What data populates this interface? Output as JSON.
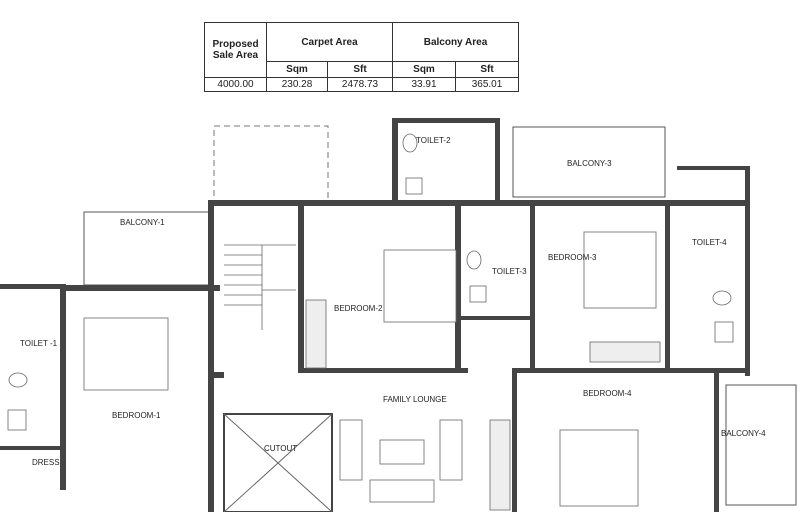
{
  "area_table": {
    "proposed_sale_area_label": "Proposed Sale Area",
    "carpet_area_label": "Carpet Area",
    "balcony_area_label": "Balcony Area",
    "units": {
      "sqm": "Sqm",
      "sft": "Sft"
    },
    "values": {
      "proposed_sale_area": "4000.00",
      "carpet_sqm": "230.28",
      "carpet_sft": "2478.73",
      "balcony_sqm": "33.91",
      "balcony_sft": "365.01"
    }
  },
  "rooms": {
    "toilet_2": "TOILET-2",
    "balcony_3": "BALCONY-3",
    "balcony_1": "BALCONY-1",
    "bedroom_2": "BEDROOM-2",
    "toilet_3": "TOILET-3",
    "bedroom_3": "BEDROOM-3",
    "toilet_4": "TOILET-4",
    "toilet_1": "TOILET -1",
    "bedroom_1": "BEDROOM-1",
    "family_lounge": "FAMILY LOUNGE",
    "bedroom_4": "BEDROOM-4",
    "balcony_4": "BALCONY-4",
    "cutout": "CUTOUT",
    "dress": "DRESS"
  }
}
